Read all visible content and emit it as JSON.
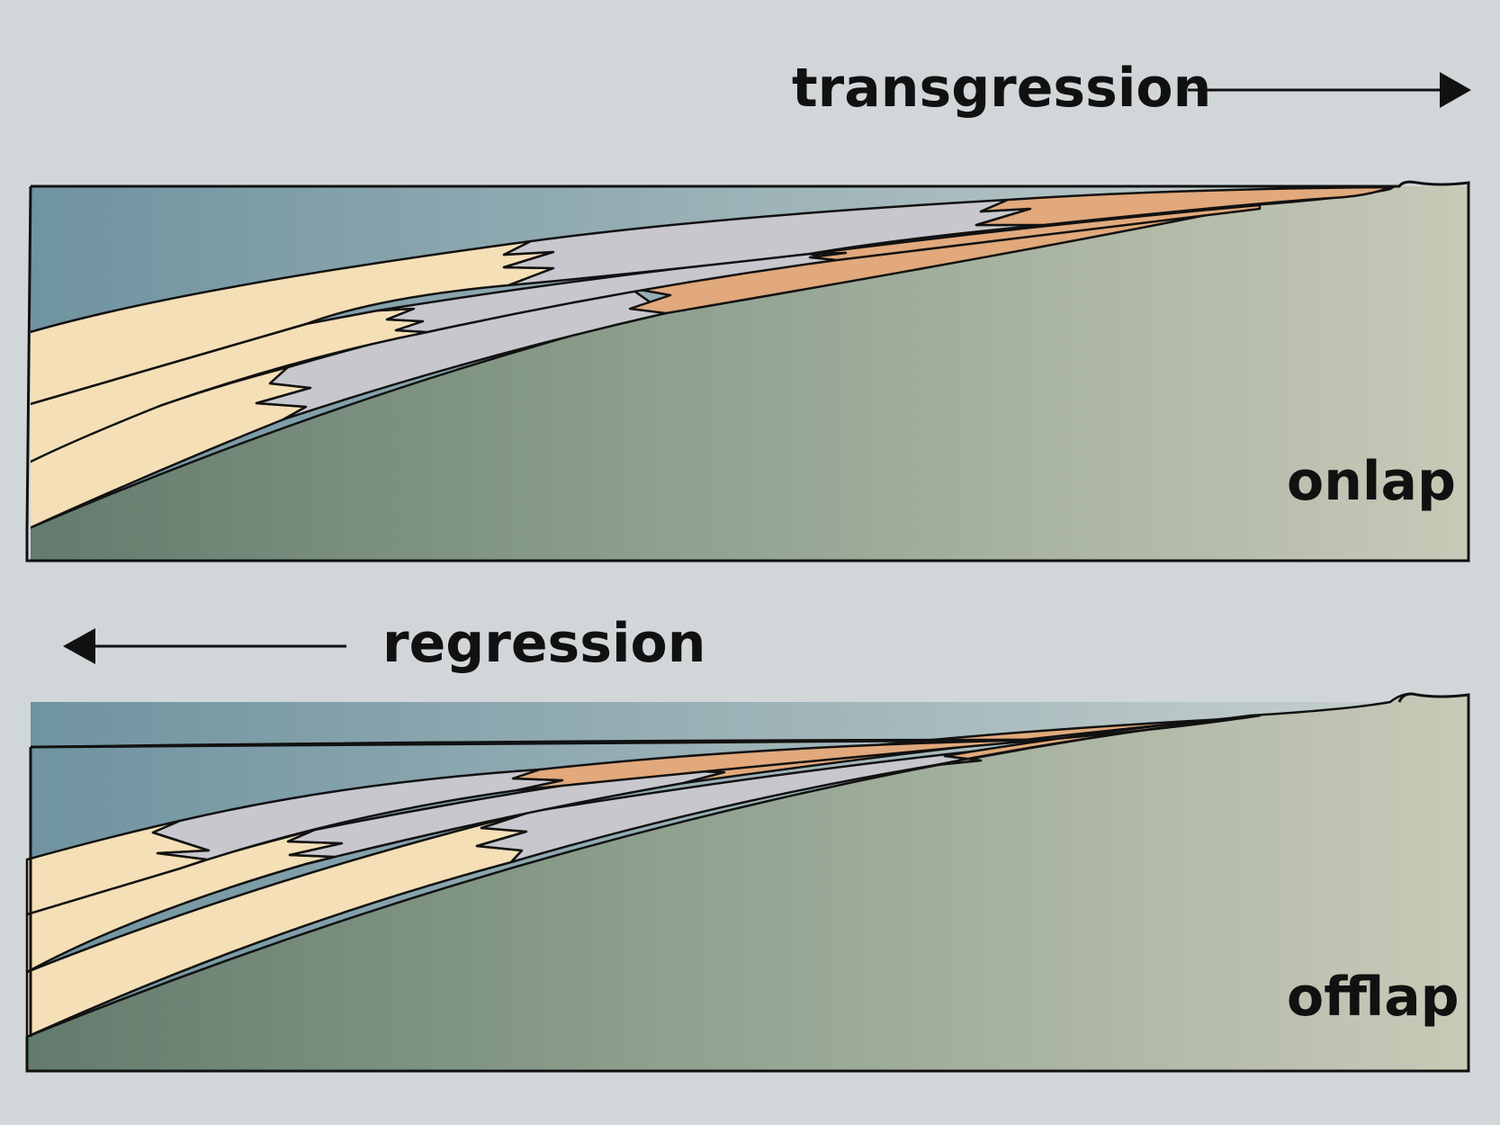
{
  "labels": {
    "transgression": "transgression",
    "onlap": "onlap",
    "regression": "regression",
    "offlap": "offlap"
  },
  "colors": {
    "background": "#d1d6d9",
    "water_deep": "#6f93a0",
    "water_shallow": "#c9d2cf",
    "ground_left": "#637b6d",
    "ground_mid": "#8fa18f",
    "ground_right": "#c9cab8",
    "sand": "#f5dfb6",
    "shale": "#c8c7cd",
    "nearshore": "#e1a97c",
    "outline": "#111111"
  }
}
